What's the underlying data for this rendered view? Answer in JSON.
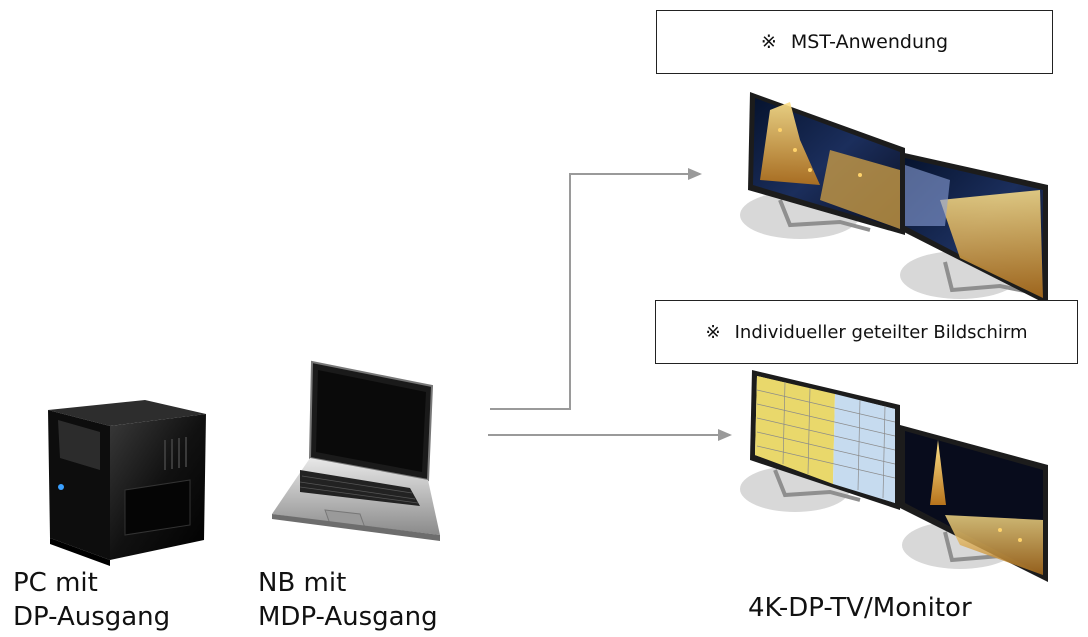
{
  "labels": {
    "mst": {
      "mark": "※",
      "text": "MST-Anwendung"
    },
    "split": {
      "mark": "※",
      "text": "Individueller geteilter Bildschirm"
    }
  },
  "captions": {
    "pc": {
      "line1": "PC mit",
      "line2": "DP-Ausgang"
    },
    "nb": {
      "line1": "NB mit",
      "line2": "MDP-Ausgang"
    },
    "tv": "4K-DP-TV/Monitor"
  },
  "colors": {
    "arrow": "#9a9a9a",
    "pc_body": "#151515",
    "screen_frame": "#1c1c1c",
    "stand_base": "#d8d8d8",
    "spreadsheet_header": "#e9d86b",
    "spreadsheet_grid": "#c6dbef",
    "night_sky": "#0b1a3a",
    "lights": "#f4c44f"
  },
  "icons": [
    "pc-tower-icon",
    "laptop-icon",
    "monitor-icon"
  ]
}
